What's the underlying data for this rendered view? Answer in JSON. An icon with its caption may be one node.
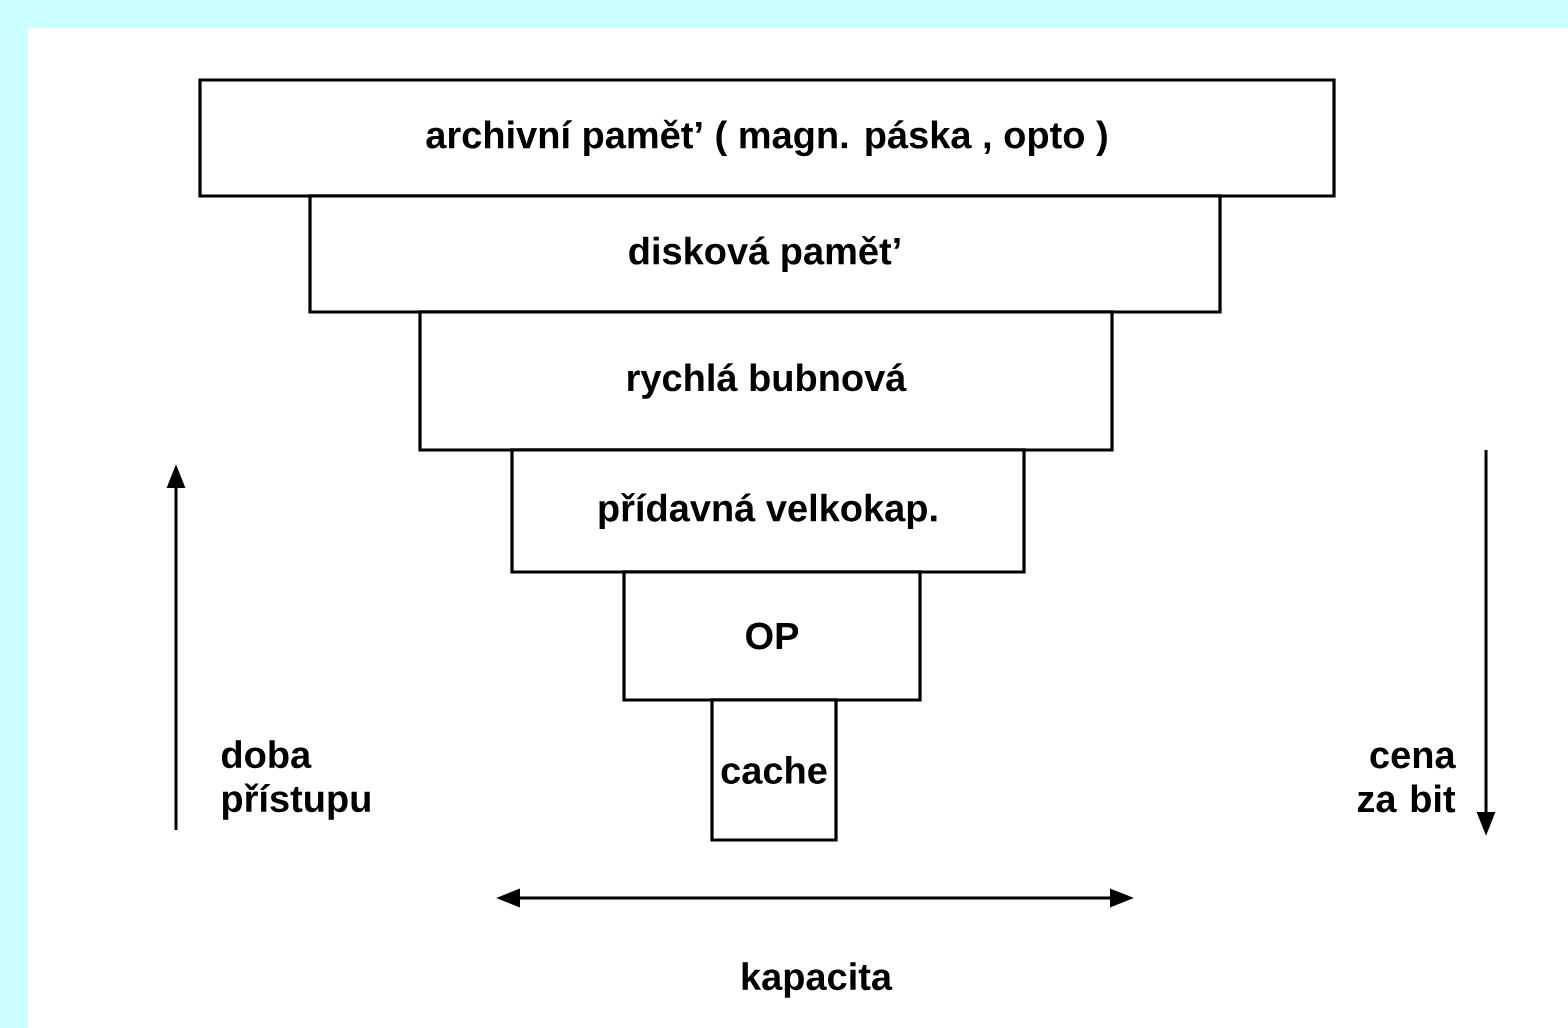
{
  "diagram": {
    "nodes": [
      {
        "text": [
          "archivní pamět’ ( magn. páska , opto )"
        ]
      },
      {
        "text": [
          "disková pamět’"
        ]
      },
      {
        "text": [
          "rychlá bubnová"
        ]
      },
      {
        "text": [
          "přídavná velkokap."
        ]
      },
      {
        "text": [
          "OP"
        ]
      },
      {
        "text": [
          "cache"
        ]
      }
    ],
    "labels": [
      "doba přístupu",
      "cena za bit",
      "kapacita"
    ]
  }
}
